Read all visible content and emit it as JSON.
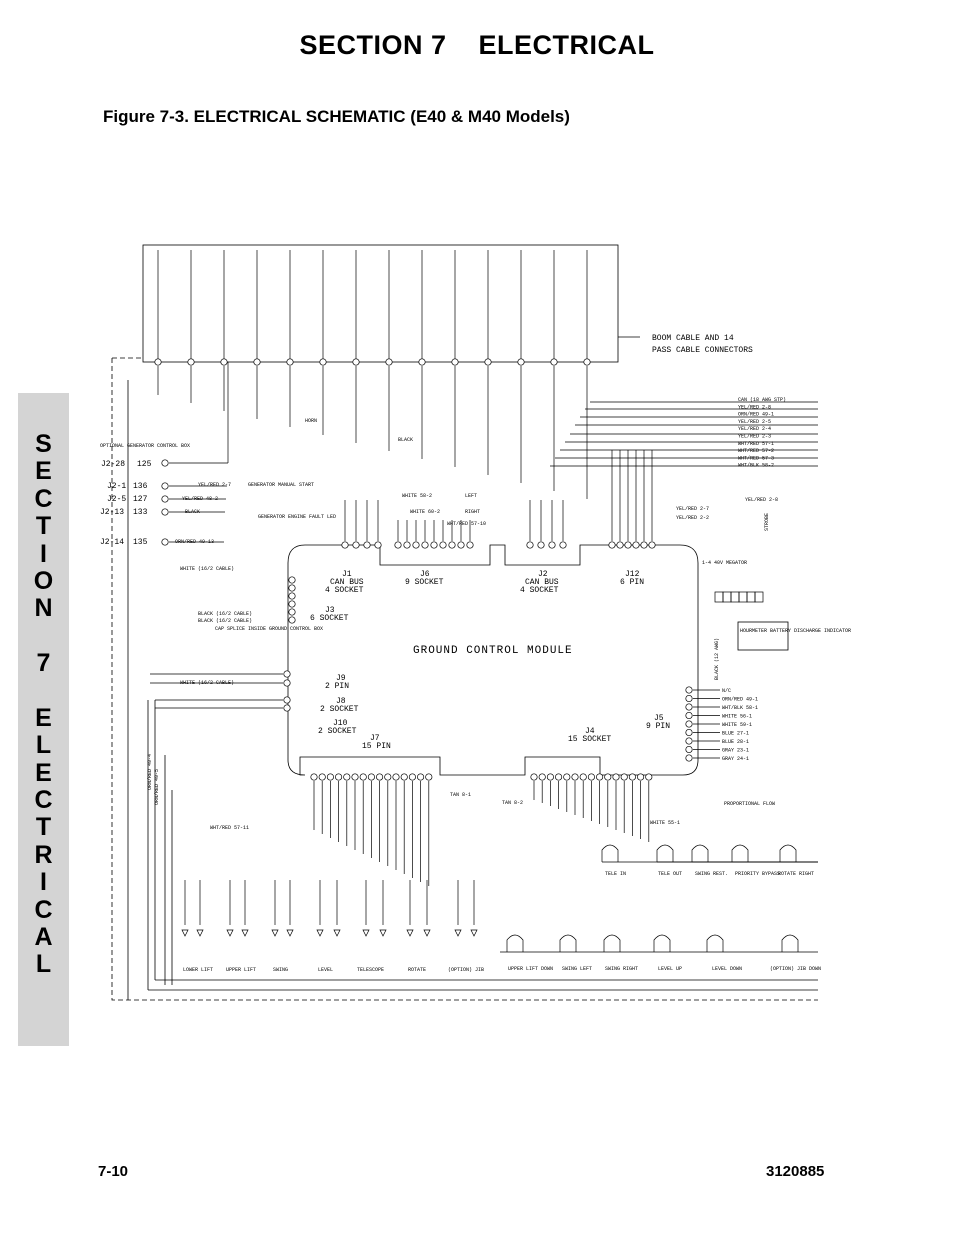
{
  "header": {
    "section_title": "SECTION 7    ELECTRICAL",
    "figure_title": "Figure 7-3.  ELECTRICAL SCHEMATIC (E40 & M40 Models)"
  },
  "side_tab": {
    "letters": [
      "S",
      "E",
      "C",
      "T",
      "I",
      "O",
      "N",
      "",
      "7",
      "",
      "E",
      "L",
      "E",
      "C",
      "T",
      "R",
      "I",
      "C",
      "A",
      "L"
    ]
  },
  "footer": {
    "page_number": "7-10",
    "doc_number": "3120885"
  },
  "schematic": {
    "module_label": "GROUND CONTROL MODULE",
    "boom_label_1": "BOOM CABLE AND 14",
    "boom_label_2": "PASS CABLE CONNECTORS",
    "connectors": {
      "j1": [
        "J1",
        "CAN BUS",
        "4 SOCKET"
      ],
      "j6": [
        "J6",
        "9 SOCKET"
      ],
      "j2": [
        "J2",
        "CAN BUS",
        "4 SOCKET"
      ],
      "j12": [
        "J12",
        "6 PIN"
      ],
      "j3": [
        "J3",
        "6 SOCKET"
      ],
      "j9": [
        "J9",
        "2 PIN"
      ],
      "j8": [
        "J8",
        "2 SOCKET"
      ],
      "j10": [
        "J10",
        "2 SOCKET"
      ],
      "j7": [
        "J7",
        "15 PIN"
      ],
      "j4": [
        "J4",
        "15 SOCKET"
      ],
      "j5": [
        "J5",
        "9 PIN"
      ]
    },
    "left_refs": [
      {
        "ref": "J2-28",
        "num": "125"
      },
      {
        "ref": "J2-1",
        "num": "136"
      },
      {
        "ref": "J2-5",
        "num": "127"
      },
      {
        "ref": "J2-13",
        "num": "133"
      },
      {
        "ref": "J2-14",
        "num": "135"
      }
    ],
    "optional_box": "OPTIONAL GENERATOR CONTROL BOX",
    "right_wires": [
      "CAN (18 AWG STP)",
      "YEL/RED 2-8",
      "ORN/RED 49-1",
      "YEL/RED 2-5",
      "YEL/RED 2-4",
      "YEL/RED 2-3",
      "WHT/RED 57-1",
      "WHT/RED 57-2",
      "WHT/RED 57-3",
      "WHT/BLK 58-2"
    ],
    "j5_wires": [
      "N/C",
      "ORN/RED 49-1",
      "WHT/BLK 58-1",
      "WHITE 56-1",
      "WHITE 59-1",
      "BLUE 27-1",
      "BLUE 28-1",
      "GRAY 23-1",
      "GRAY 24-1"
    ],
    "bottom_labels": [
      "LOWER LIFT",
      "UPPER LIFT",
      "SWING",
      "LEVEL",
      "TELESCOPE",
      "ROTATE",
      "(OPTION) JIB"
    ],
    "right_bottom_labels": [
      "TELE IN",
      "TELE OUT",
      "SWING REST.",
      "PRIORITY BYPASS",
      "ROTATE RIGHT"
    ],
    "row2_labels": [
      "UPPER LIFT DOWN",
      "SWING LEFT",
      "SWING RIGHT",
      "LEVEL UP",
      "LEVEL DOWN",
      "(OPTION) JIB DOWN"
    ],
    "misc": {
      "strobe": "STROBE",
      "meter": "HOURMETER BATTERY DISCHARGE INDICATOR",
      "proportional": "PROPORTIONAL FLOW",
      "black12": "BLACK (12 AWG)",
      "meg": "1-4 40V MEGATOR",
      "white_left": "WHITE 58-2",
      "left_arrow": "LEFT",
      "white_right": "WHITE 60-2",
      "right_arrow": "RIGHT",
      "wht_red": "WHT/RED 57-10",
      "horn": "HORN",
      "black": "BLACK",
      "gen_start": "GENERATOR MANUAL START",
      "gen_fault": "GENERATOR ENGINE FAULT LED",
      "cap_splice": "CAP SPLICE INSIDE GROUND CONTROL BOX",
      "wht_red_left": "WHT/RED 57-11",
      "orn_red_left1": "ORN/RED 49-4",
      "orn_red_left2": "ORN/RED 49-5",
      "white_16_1": "WHITE (16/2 CABLE)",
      "black_16_1": "BLACK (16/2 CABLE)",
      "black_16_2": "BLACK (16/2 CABLE)",
      "white_16_2": "WHITE (16/2 CABLE)",
      "yel_red_27": "YEL/RED 2-7",
      "yel_red_2": "YEL/RED 2-2",
      "yel_red_28": "YEL/RED 2-8",
      "black_gen": "BLACK",
      "orn_red_gen": "ORN/RED 49-13",
      "yel_red_gen": "YEL/RED 48-2",
      "white_tan": "WHITE 55-1",
      "tan_81": "TAN 8-1",
      "tan_82": "TAN 8-2"
    }
  }
}
